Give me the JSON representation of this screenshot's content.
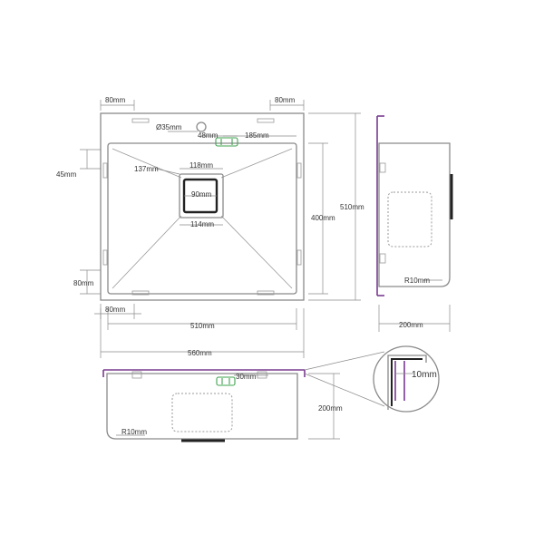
{
  "dimensions": {
    "top_left_80": "80mm",
    "top_right_80": "80mm",
    "tap_hole": "Ø35mm",
    "d48": "48mm",
    "d185": "185mm",
    "left_45": "45mm",
    "d137": "137mm",
    "d118": "118mm",
    "d90": "90mm",
    "d114": "114mm",
    "d400": "400mm",
    "d510_height": "510mm",
    "left_80": "80mm",
    "bottom_80": "80mm",
    "d510_width": "510mm",
    "d560": "560mm",
    "side_r10": "R10mm",
    "side_200": "200mm",
    "front_30": "30mm",
    "front_200": "200mm",
    "front_r10": "R10mm",
    "detail_10": "10mm"
  }
}
